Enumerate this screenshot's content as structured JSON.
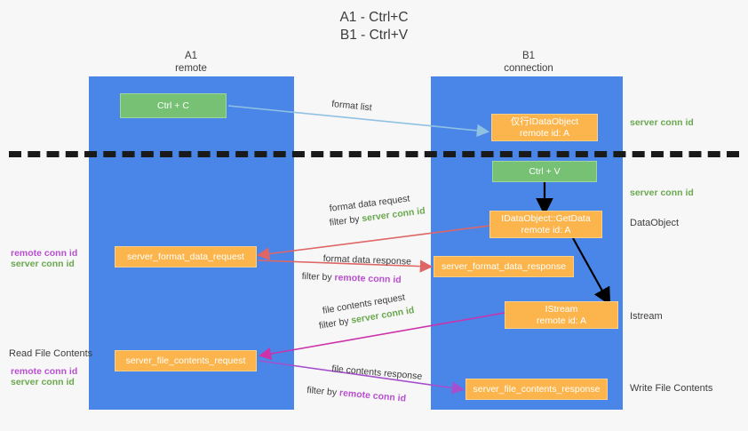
{
  "title": {
    "line1": "A1 - Ctrl+C",
    "line2": "B1 - Ctrl+V"
  },
  "columns": {
    "a": {
      "name": "A1",
      "role": "remote"
    },
    "b": {
      "name": "B1",
      "role": "connection"
    }
  },
  "colors": {
    "lane": "#4a86e8",
    "green_box": "#76c174",
    "orange_box": "#fbb54c",
    "server_conn": "#6aa84f",
    "remote_conn": "#b84fcf",
    "format_list_arrow": "#8fc1e3",
    "format_data_arrow": "#e06666",
    "file_contents_request_arrow": "#cc33aa",
    "file_contents_response_arrow": "#a64fcf",
    "black_arrow": "#000000"
  },
  "boxes": {
    "ctrl_c": {
      "label": "Ctrl + C"
    },
    "ctrl_v": {
      "label": "Ctrl + V"
    },
    "idataobject_in": {
      "line1": "仅行IDataObject",
      "line2": "remote id: A"
    },
    "idataobject_getdata": {
      "line1": "IDataObject::GetData",
      "line2": "remote id: A"
    },
    "istream": {
      "line1": "IStream",
      "line2": "remote id: A"
    },
    "server_format_data_request": {
      "label": "server_format_data_request"
    },
    "server_format_data_response": {
      "label": "server_format_data_response"
    },
    "server_file_contents_request": {
      "label": "server_file_contents_request"
    },
    "server_file_contents_response": {
      "label": "server_file_contents_response"
    }
  },
  "right_labels": {
    "server_conn_id_top": "server conn id",
    "server_conn_id_second": "server conn id",
    "dataobject": "DataObject",
    "istream": "Istream",
    "write_file_contents": "Write File Contents"
  },
  "left_labels": {
    "remote_conn_id_1": "remote conn id",
    "server_conn_id_1": "server conn id",
    "read_file_contents": "Read File Contents",
    "remote_conn_id_2": "remote conn id",
    "server_conn_id_2": "server conn id"
  },
  "arrow_labels": {
    "format_list": "format list",
    "format_data_request": "format data request",
    "format_data_request_filter_prefix": "filter by ",
    "format_data_request_filter_key": "server conn id",
    "format_data_response": "format data response",
    "format_data_response_filter_prefix": "filter by ",
    "format_data_response_filter_key": "remote conn id",
    "file_contents_request": "file contents request",
    "file_contents_request_filter_prefix": "filter by ",
    "file_contents_request_filter_key": "server conn id",
    "file_contents_response": "file contents response",
    "file_contents_response_filter_prefix": "filter by ",
    "file_contents_response_filter_key": "remote conn id"
  }
}
